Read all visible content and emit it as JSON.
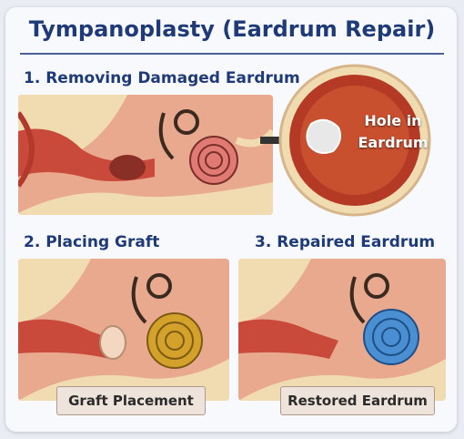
{
  "title": "Tympanoplasty (Eardrum Repair)",
  "steps": [
    {
      "label": "1. Removing Damaged Eardrum"
    },
    {
      "label": "2. Placing Graft",
      "caption": "Graft Placement"
    },
    {
      "label": "3. Repaired Eardrum",
      "caption": "Restored Eardrum"
    }
  ],
  "callout": {
    "line1": "Hole in",
    "line2": "Eardrum"
  },
  "colors": {
    "title": "#1f3a78",
    "tissue": "#c94a3a",
    "bone": "#f1dcb2",
    "cochlea_step1": "#e07a73",
    "cochlea_step2": "#d4a12a",
    "cochlea_step3": "#4a8fd1"
  },
  "icons": [
    "ear-anatomy-illustration",
    "cochlea-icon",
    "ossicles-icon",
    "eardrum-hole-icon",
    "graft-icon"
  ]
}
